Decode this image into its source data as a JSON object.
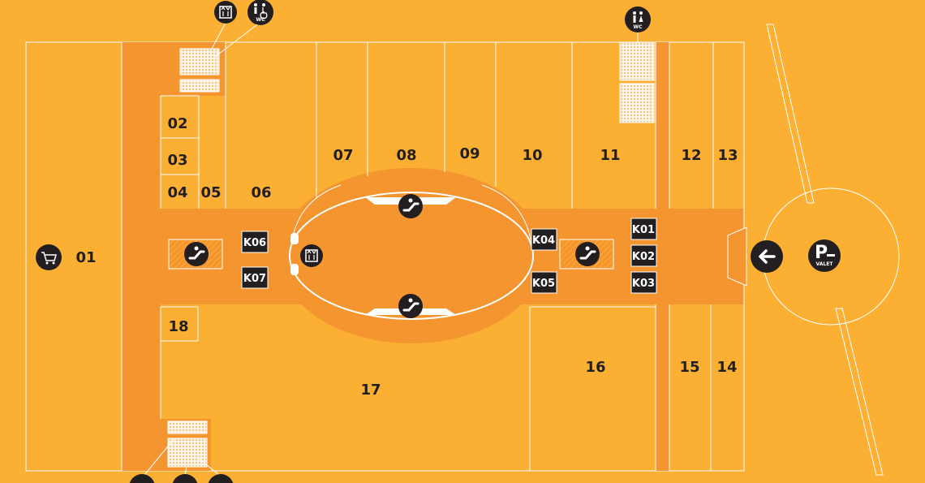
{
  "colors": {
    "background": "#FBAF33",
    "corridor": "#F4952F",
    "outline": "#FFFFFF",
    "dark": "#231F20"
  },
  "units": {
    "u01": "01",
    "u02": "02",
    "u03": "03",
    "u04": "04",
    "u05": "05",
    "u06": "06",
    "u07": "07",
    "u08": "08",
    "u09": "09",
    "u10": "10",
    "u11": "11",
    "u12": "12",
    "u13": "13",
    "u14": "14",
    "u15": "15",
    "u16": "16",
    "u17": "17",
    "u18": "18"
  },
  "kiosks": {
    "k01": "K01",
    "k02": "K02",
    "k03": "K03",
    "k04": "K04",
    "k05": "K05",
    "k06": "K06",
    "k07": "K07"
  },
  "icons": {
    "wc_label": "WC",
    "wc_label_right": "WC",
    "valet_label": "VALET",
    "parking_letter": "P",
    "names": [
      "shopping-cart-icon",
      "escalator-icon",
      "elevator-icon",
      "toilet-icon",
      "accessible-wc-icon",
      "parking-valet-icon",
      "arrow-left-icon"
    ]
  }
}
